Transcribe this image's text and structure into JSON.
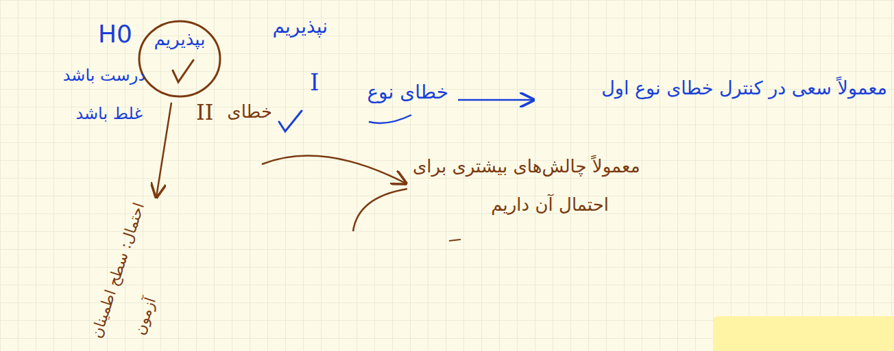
{
  "diagram": {
    "nodes": [
      {
        "text": [
          "بپذیریم"
        ]
      }
    ],
    "labels": [
      "H0",
      "درست باشد",
      "غلط باشد",
      "نپذیریم",
      "I",
      "II",
      "خطای",
      "خطای نوع",
      "معمولاً سعی در کنترل خطای نوع اول",
      "معمولاً چالش‌های بیشتری برای",
      "احتمال آن داریم",
      "احتمال: سطح اطمینان",
      "آزمون"
    ]
  }
}
